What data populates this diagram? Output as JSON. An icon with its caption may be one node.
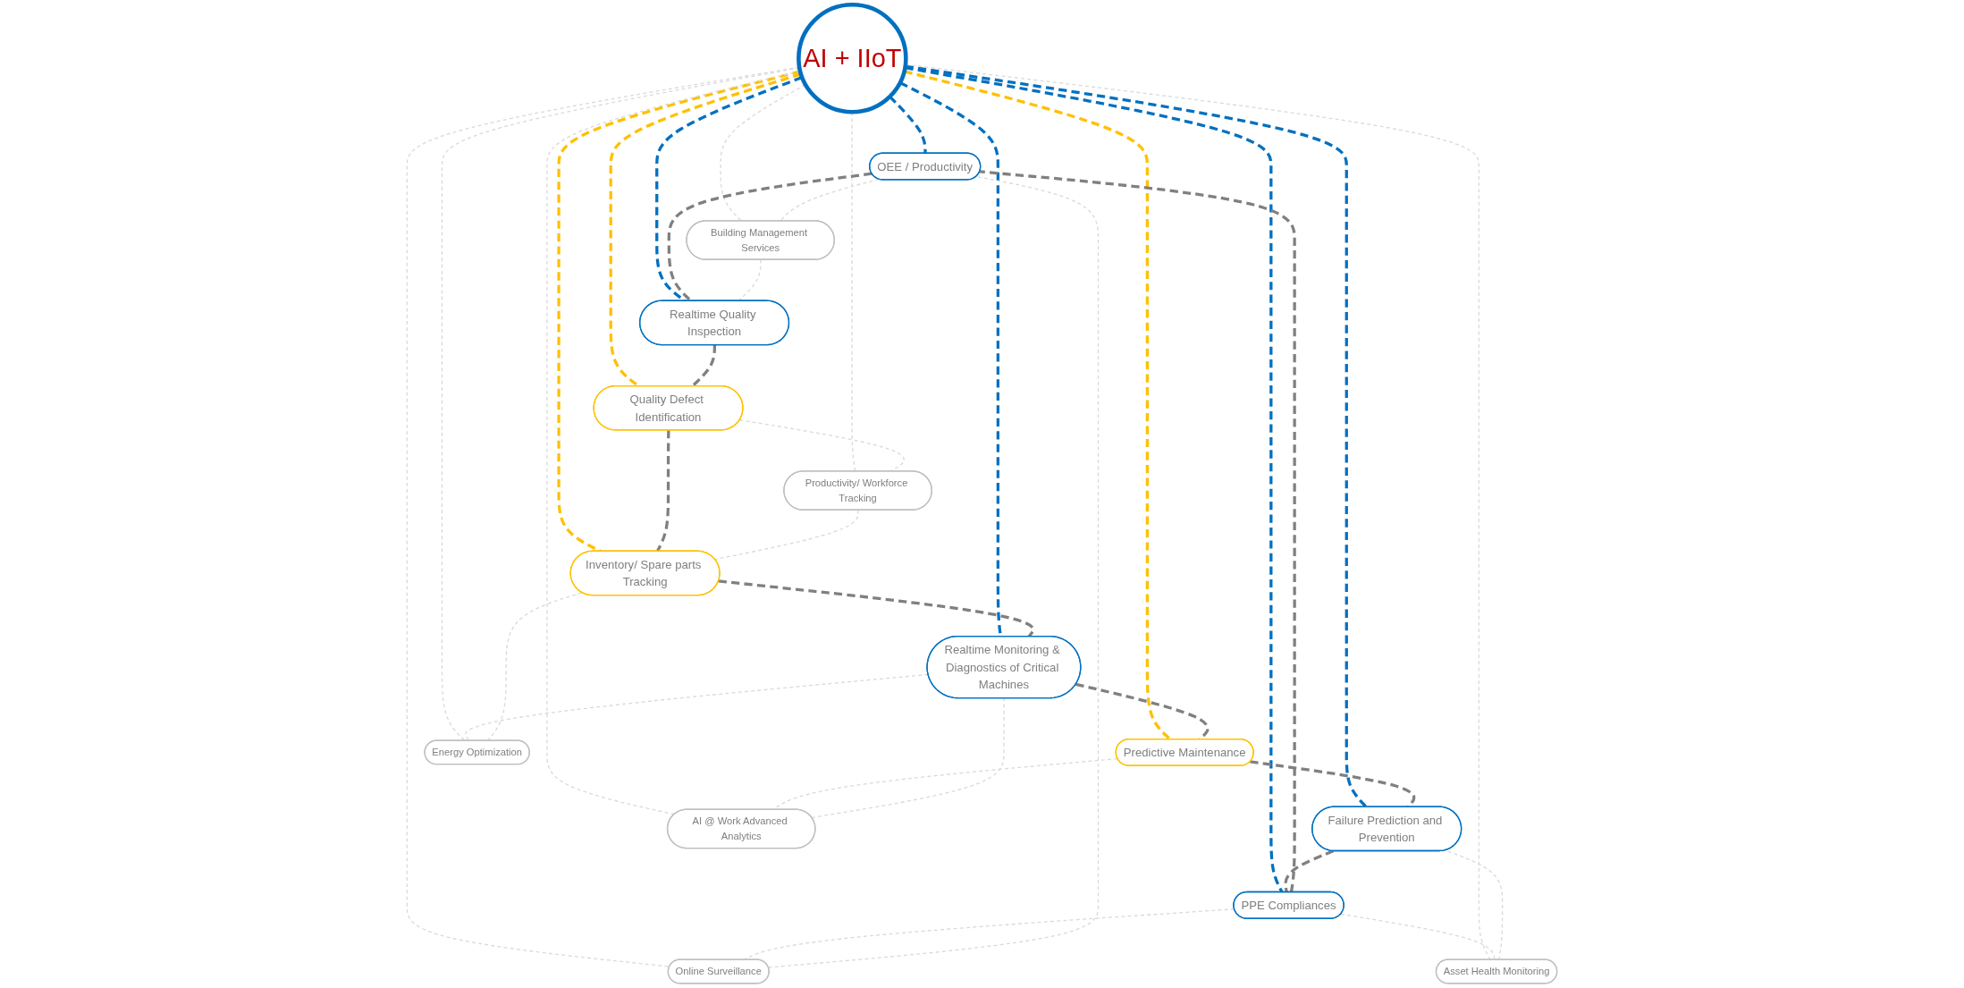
{
  "diagram": {
    "nodes": [
      {
        "text": [
          "AI + IIoT"
        ]
      },
      {
        "text": [
          "OEE / Productivity"
        ]
      },
      {
        "text": [
          "PPE Compliances"
        ]
      },
      {
        "text": [
          "Online Surveillance"
        ]
      },
      {
        "text": [
          "Building Management Services"
        ]
      },
      {
        "text": [
          "Realtime Quality Inspection"
        ]
      },
      {
        "text": [
          "Asset Health Monitoring"
        ]
      },
      {
        "text": [
          "Quality Defect Identification"
        ]
      },
      {
        "text": [
          "Failure Prediction and Prevention"
        ]
      },
      {
        "text": [
          "Productivity/ Workforce Tracking"
        ]
      },
      {
        "text": [
          "AI @ Work Advanced Analytics"
        ]
      },
      {
        "text": [
          "Predictive Maintenance"
        ]
      },
      {
        "text": [
          "Energy Optimization"
        ]
      },
      {
        "text": [
          "Inventory/ Spare parts Tracking"
        ]
      },
      {
        "text": [
          "Realtime Monitoring & Diagnostics of Critical Machines"
        ]
      }
    ],
    "edges": [
      {
        "from": 0,
        "to": 1,
        "arrow": "none",
        "style": "dashed",
        "color": "#0070c0"
      },
      {
        "from": 0,
        "to": 2,
        "arrow": "none",
        "style": "dashed",
        "color": "#0070c0"
      },
      {
        "from": 0,
        "to": 5,
        "arrow": "none",
        "style": "dashed",
        "color": "#0070c0"
      },
      {
        "from": 0,
        "to": 8,
        "arrow": "none",
        "style": "dashed",
        "color": "#0070c0"
      },
      {
        "from": 0,
        "to": 14,
        "arrow": "none",
        "style": "dashed",
        "color": "#0070c0"
      },
      {
        "from": 0,
        "to": 7,
        "arrow": "none",
        "style": "dashed",
        "color": "#ffc000"
      },
      {
        "from": 0,
        "to": 11,
        "arrow": "none",
        "style": "dashed",
        "color": "#ffc000"
      },
      {
        "from": 0,
        "to": 13,
        "arrow": "none",
        "style": "dashed",
        "color": "#ffc000"
      },
      {
        "from": 0,
        "to": 3,
        "arrow": "none",
        "style": "dashed"
      },
      {
        "from": 0,
        "to": 4,
        "arrow": "none",
        "style": "dashed"
      },
      {
        "from": 0,
        "to": 6,
        "arrow": "none",
        "style": "dashed"
      },
      {
        "from": 0,
        "to": 9,
        "arrow": "none",
        "style": "dashed"
      },
      {
        "from": 0,
        "to": 10,
        "arrow": "none",
        "style": "dashed"
      },
      {
        "from": 0,
        "to": 12,
        "arrow": "none",
        "style": "dashed"
      },
      {
        "from": 2,
        "to": 1,
        "arrow": "none",
        "style": "dashed",
        "color": "#808080"
      },
      {
        "from": 1,
        "to": 5,
        "arrow": "none",
        "style": "dashed",
        "color": "#808080"
      },
      {
        "from": 5,
        "to": 7,
        "arrow": "none",
        "style": "dashed",
        "color": "#808080"
      },
      {
        "from": 7,
        "to": 13,
        "arrow": "none",
        "style": "dashed",
        "color": "#808080"
      },
      {
        "from": 13,
        "to": 14,
        "arrow": "none",
        "style": "dashed",
        "color": "#808080"
      },
      {
        "from": 14,
        "to": 11,
        "arrow": "none",
        "style": "dashed",
        "color": "#808080"
      },
      {
        "from": 11,
        "to": 8,
        "arrow": "none",
        "style": "dashed",
        "color": "#808080"
      },
      {
        "from": 8,
        "to": 2,
        "arrow": "none",
        "style": "dashed",
        "color": "#808080"
      },
      {
        "from": 2,
        "to": 3,
        "arrow": "none",
        "style": "dashed"
      },
      {
        "from": 3,
        "to": 1,
        "arrow": "none",
        "style": "dashed"
      },
      {
        "from": 1,
        "to": 4,
        "arrow": "none",
        "style": "dashed"
      },
      {
        "from": 4,
        "to": 5,
        "arrow": "none",
        "style": "dashed"
      },
      {
        "from": 2,
        "to": 6,
        "arrow": "none",
        "style": "dashed"
      },
      {
        "from": 6,
        "to": 8,
        "arrow": "none",
        "style": "dashed"
      },
      {
        "from": 7,
        "to": 9,
        "arrow": "none",
        "style": "dashed"
      },
      {
        "from": 9,
        "to": 13,
        "arrow": "none",
        "style": "dashed"
      },
      {
        "from": 11,
        "to": 10,
        "arrow": "none",
        "style": "dashed"
      },
      {
        "from": 10,
        "to": 14,
        "arrow": "none",
        "style": "dashed"
      },
      {
        "from": 14,
        "to": 12,
        "arrow": "none",
        "style": "dashed"
      },
      {
        "from": 12,
        "to": 13,
        "arrow": "none",
        "style": "dashed"
      }
    ]
  }
}
